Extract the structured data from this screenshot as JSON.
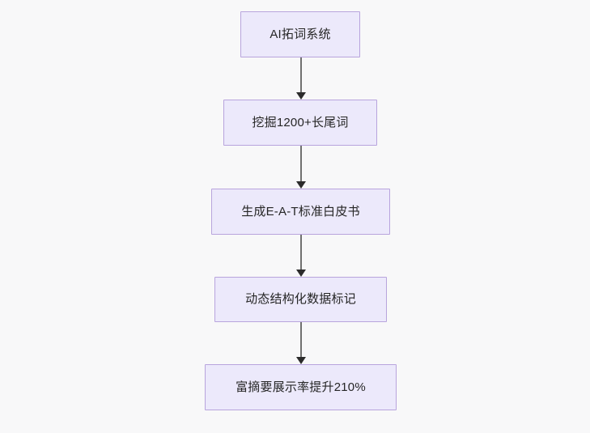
{
  "diagram": {
    "type": "flowchart",
    "direction": "top-to-bottom",
    "background_color": "#f8f8f9",
    "node_fill_color": "#ece9fb",
    "node_border_color": "#b8a4dd",
    "node_text_color": "#262626",
    "edge_color": "#707070",
    "arrowhead_color": "#2b2b2b",
    "nodes": [
      {
        "id": "n1",
        "label": "AI拓词系统"
      },
      {
        "id": "n2",
        "label": "挖掘1200+长尾词"
      },
      {
        "id": "n3",
        "label": "生成E-A-T标准白皮书"
      },
      {
        "id": "n4",
        "label": "动态结构化数据标记"
      },
      {
        "id": "n5",
        "label": "富摘要展示率提升210%"
      }
    ],
    "edges": [
      {
        "id": "e1",
        "from": "n1",
        "to": "n2",
        "label": "",
        "arrow": "arrowhead-down-icon"
      },
      {
        "id": "e2",
        "from": "n2",
        "to": "n3",
        "label": "",
        "arrow": "arrowhead-down-icon"
      },
      {
        "id": "e3",
        "from": "n3",
        "to": "n4",
        "label": "",
        "arrow": "arrowhead-down-icon"
      },
      {
        "id": "e4",
        "from": "n4",
        "to": "n5",
        "label": "",
        "arrow": "arrowhead-down-icon"
      }
    ]
  }
}
